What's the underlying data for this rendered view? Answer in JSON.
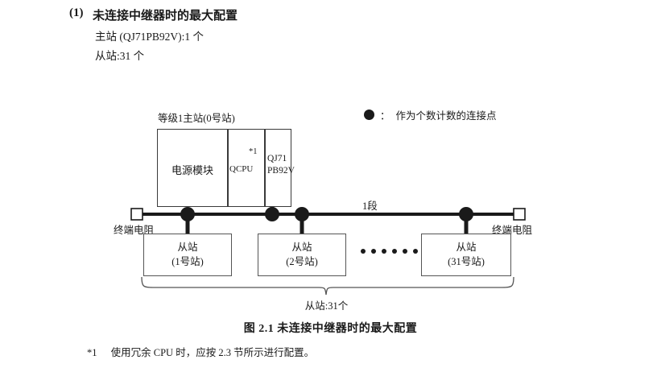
{
  "heading": {
    "number": "(1)",
    "title": "未连接中继器时的最大配置",
    "spec_master": "主站 (QJ71PB92V):1 个",
    "spec_slave": "从站:31 个"
  },
  "legend": {
    "marker_icon": "filled-circle-icon",
    "separator": "：",
    "text": "作为个数计数的连接点"
  },
  "diagram": {
    "master": {
      "label": "等级1主站(0号站)",
      "modules": [
        {
          "name": "电源模块"
        },
        {
          "name": "QCPU",
          "footnote_mark": "*1"
        },
        {
          "name_line1": "QJ71",
          "name_line2": "PB92V"
        }
      ]
    },
    "bus": {
      "segment_label": "1段",
      "terminator_left": "终端电阻",
      "terminator_right": "终端电阻",
      "terminator_icon": "terminating-resistor-icon",
      "node_icon": "filled-circle-icon"
    },
    "slaves": [
      {
        "title": "从站",
        "station": "(1号站)"
      },
      {
        "title": "从站",
        "station": "(2号站)"
      },
      {
        "title": "从站",
        "station": "(31号站)"
      }
    ],
    "ellipsis_dot_count": 6,
    "brace_caption": "从站:31个"
  },
  "figure_caption": "图 2.1  未连接中继器时的最大配置",
  "footnote": {
    "mark": "*1",
    "text": "使用冗余 CPU 时，应按 2.3 节所示进行配置。"
  },
  "colors": {
    "ink": "#1a1a1a",
    "box_stroke": "#3a3a3a",
    "slave_stroke": "#555555",
    "bus": "#1a1a1a",
    "background": "#ffffff"
  }
}
